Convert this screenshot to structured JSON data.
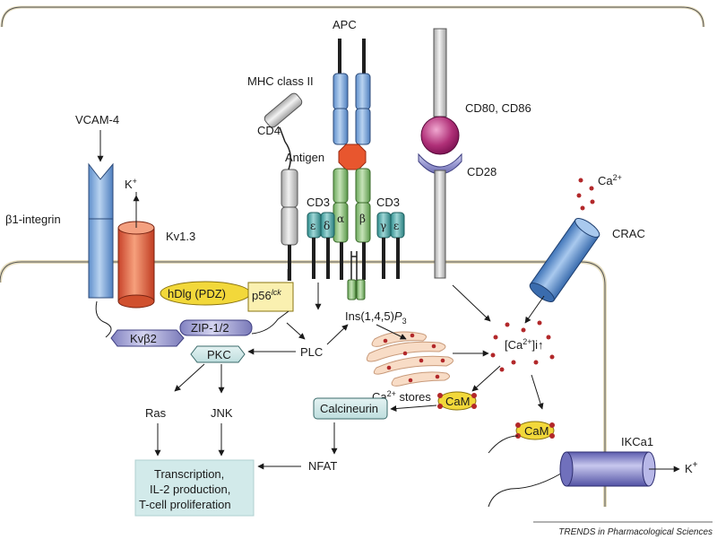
{
  "labels": {
    "apc": "APC",
    "mhc": "MHC class II",
    "cd80": "CD80, CD86",
    "cd28": "CD28",
    "cd4": "CD4",
    "antigen": "Antigen",
    "cd3_left": "CD3",
    "cd3_right": "CD3",
    "epsilon1": "ε",
    "delta": "δ",
    "alpha": "α",
    "beta": "β",
    "gamma": "γ",
    "epsilon2": "ε",
    "vcam": "VCAM-4",
    "kplus": "K",
    "kplus_sup": "+",
    "integrin": "β1-integrin",
    "kv13": "Kv1.3",
    "hdlg": "hDlg (PDZ)",
    "p56": "p56",
    "p56_sup": "lck",
    "kvb2": "Kvβ2",
    "zip": "ZIP-1/2",
    "pkc": "PKC",
    "plc": "PLC",
    "ins_main": "Ins(1,4,5)",
    "ins_p": "P",
    "ins_sub": "3",
    "ca_stores": "Ca",
    "ca_stores_sup": "2+",
    "ca_stores_rest": " stores",
    "ca_level": "[Ca",
    "ca_level_sup": "2+",
    "ca_level_rest": "]i↑",
    "ca_top": "Ca",
    "ca_top_sup": "2+",
    "crac": "CRAC",
    "cam1": "CaM",
    "cam2": "CaM",
    "calcineurin": "Calcineurin",
    "ras": "Ras",
    "jnk": "JNK",
    "nfat": "NFAT",
    "ikca1": "IKCa1",
    "k_out": "K",
    "k_out_sup": "+",
    "transcription_l1": "Transcription,",
    "transcription_l2": "IL-2 production,",
    "transcription_l3": "T-cell proliferation",
    "credit": "TRENDS in Pharmacological Sciences"
  },
  "colors": {
    "blue": "#7aa6d8",
    "green": "#8dc07a",
    "teal": "#4fa6a6",
    "grey": "#d0d0d0",
    "orange": "#e8643a",
    "magenta": "#a0206a",
    "lavender": "#a8a8d8",
    "yellow": "#f3dc3c",
    "palecyan": "#d6ecec",
    "stores": "#f6d8c2",
    "dots": "#b2282a"
  }
}
